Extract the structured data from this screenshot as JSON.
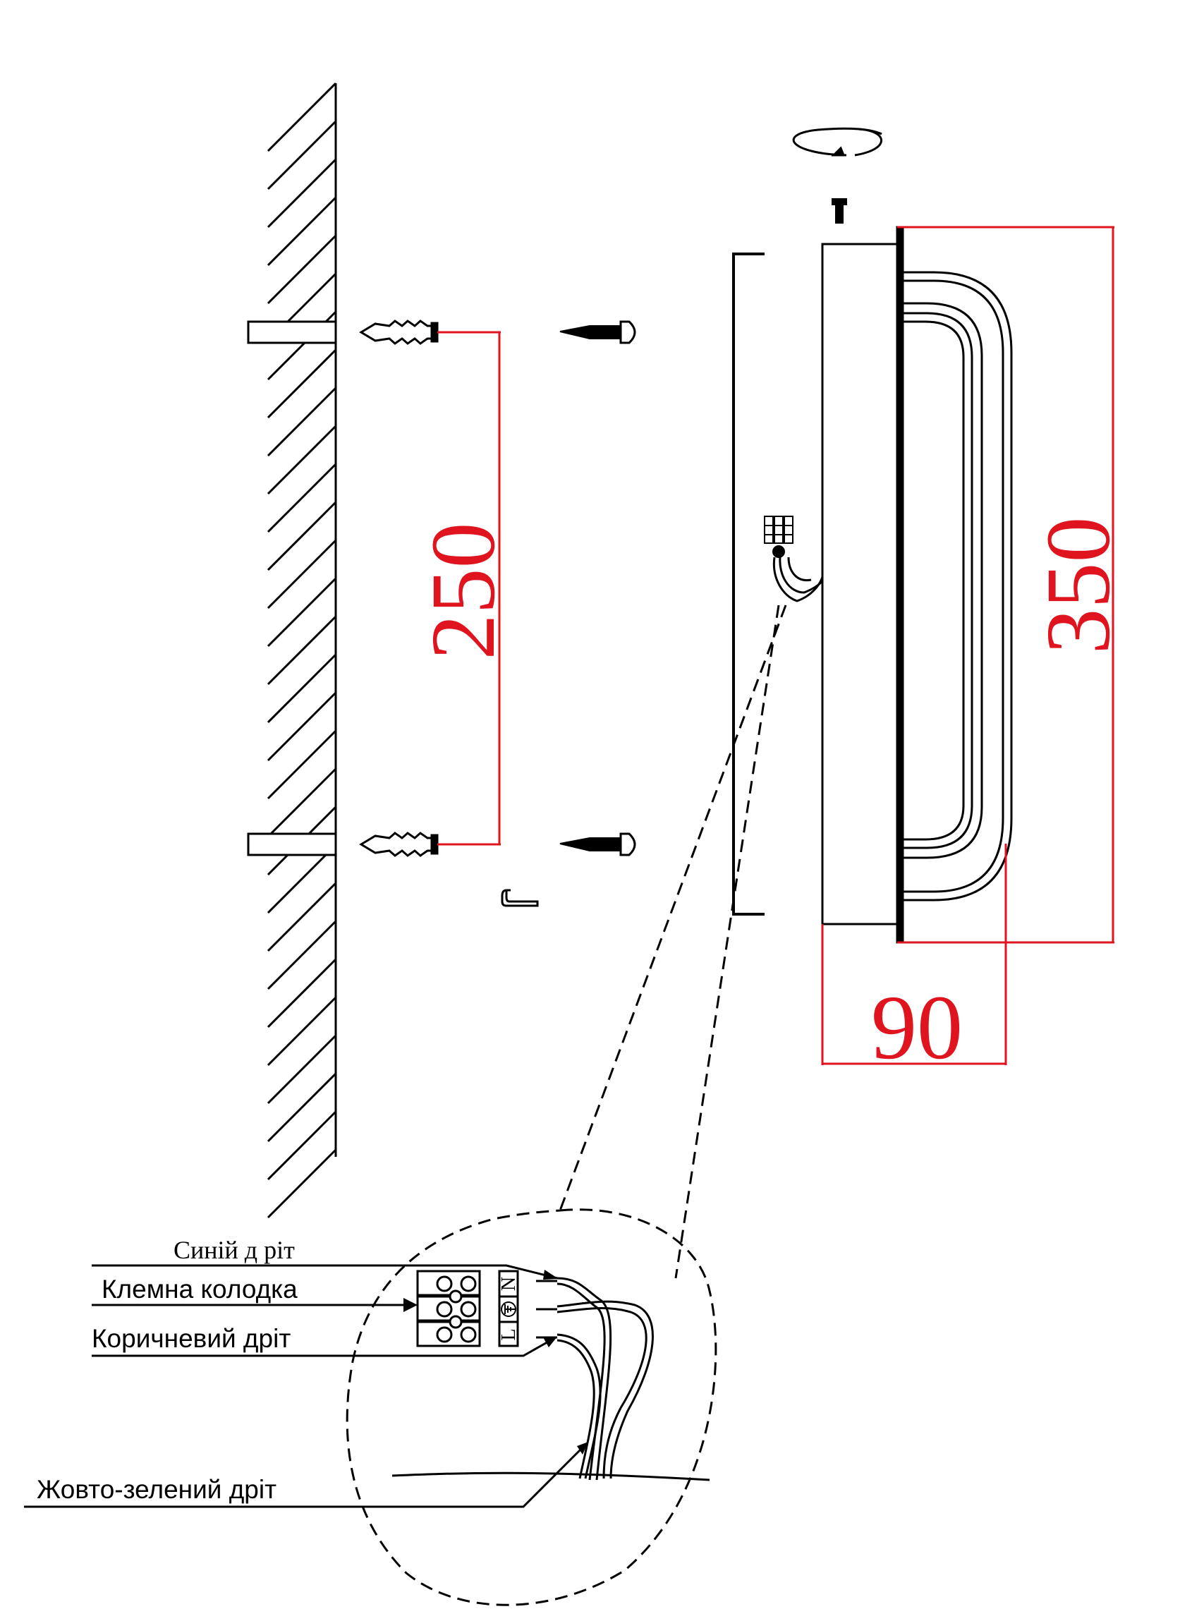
{
  "dimensions": {
    "mount_spacing": "250",
    "height": "350",
    "depth": "90"
  },
  "callouts": {
    "blue_wire": "Синій д ріт",
    "terminal_block": "Клемна колодка",
    "brown_wire": "Коричневий дріт",
    "earth_wire": "Жовто-зелений дріт"
  },
  "terminals": {
    "neutral": "N",
    "live": "L"
  },
  "colors": {
    "line": "#000000",
    "dimension": "#e0141e",
    "background": "#ffffff"
  },
  "icons": {
    "rotation": "rotate-arrow-icon",
    "earth": "earth-ground-icon"
  }
}
